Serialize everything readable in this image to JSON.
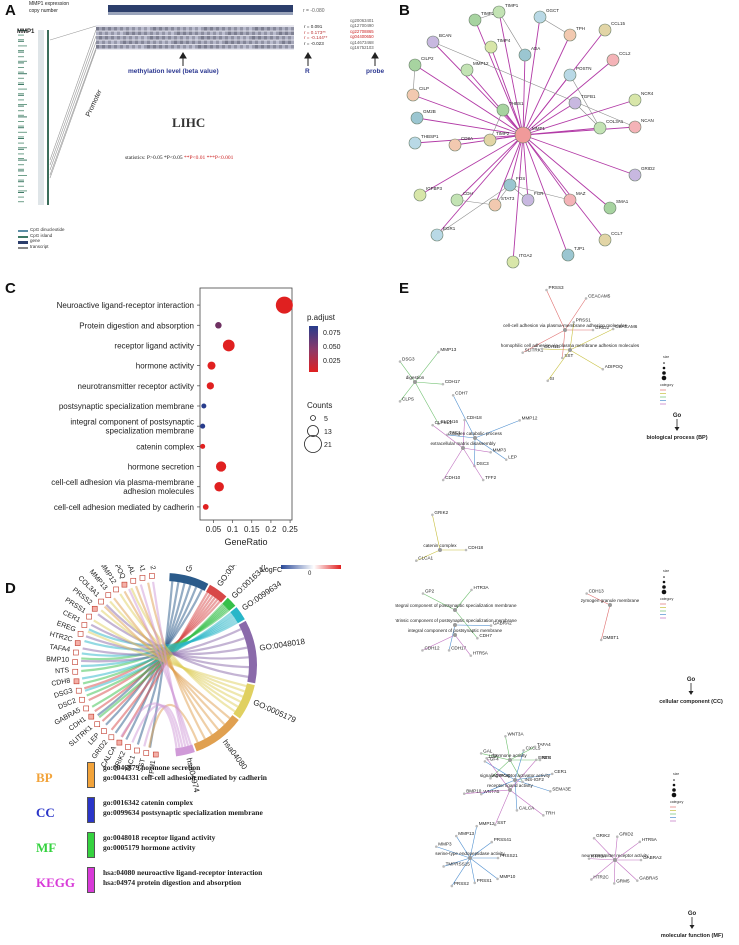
{
  "panels": {
    "a": "A",
    "b": "B",
    "c": "C",
    "d": "D",
    "e": "E"
  },
  "panel_a": {
    "gene": "MMP1",
    "expr_label": "MMP1 expression",
    "copy_label": "copy number",
    "r_top": "r = -0.080",
    "r_values": [
      "r = 0.091",
      "r = 0.173**",
      "r = -0.144**",
      "r = -0.023"
    ],
    "probes": [
      "cg20063401",
      "cg12700490",
      "cg22708865",
      "cg04400650",
      "cg14673468",
      "cg16752103"
    ],
    "promoter": "Promoter",
    "arrow_methylation": "methylation level (beta value)",
    "arrow_r": "R",
    "arrow_probe": "probe",
    "cancer": "LIHC",
    "statistics": "statistics:",
    "stat_items": [
      "P>0.05",
      "*P<0.05",
      "**P<0.01",
      "***P<0.001"
    ],
    "legend": [
      "CpG dinucleotide",
      "CpG island",
      "gene",
      "transcript"
    ]
  },
  "panel_b": {
    "nodes": [
      "TIMP3",
      "TIMP1",
      "GGCT",
      "TPH",
      "CCL15",
      "BCAN",
      "TIMP4",
      "ADA",
      "CCL2",
      "CILP2",
      "MMP12",
      "POSTN",
      "CILP",
      "MMP1",
      "TGFB1",
      "NCR4",
      "GM2B",
      "NCAN",
      "THBS1",
      "COL3A1",
      "THBSP1",
      "CD8A",
      "TIMP2",
      "GRID2",
      "IGFBP3",
      "FOS",
      "MAZ",
      "SMA1",
      "CDH",
      "EGR1",
      "STAT3",
      "CCL7",
      "FGR",
      "ITGA2",
      "TJP1"
    ],
    "hub": "MMP1"
  },
  "chart_data": {
    "type": "scatter",
    "categories": [
      "Neuroactive ligand-receptor interaction",
      "Protein digestion and absorption",
      "receptor ligand activity",
      "hormone activity",
      "neurotransmitter receptor activity",
      "postsynaptic specialization membrane",
      "integral component of postsynaptic specialization membrane",
      "catenin complex",
      "hormone secretion",
      "cell-cell adhesion via plasma-membrane adhesion molecules",
      "cell-cell adhesion mediated by cadherin"
    ],
    "category_lines": [
      [
        "Neuroactive ligand-receptor interaction"
      ],
      [
        "Protein digestion and absorption"
      ],
      [
        "receptor ligand activity"
      ],
      [
        "hormone activity"
      ],
      [
        "neurotransmitter receptor activity"
      ],
      [
        "postsynaptic specialization membrane"
      ],
      [
        "integral component of postsynaptic",
        "specialization membrane"
      ],
      [
        "catenin complex"
      ],
      [
        "hormone secretion"
      ],
      [
        "cell-cell adhesion via plasma-membrane",
        "adhesion molecules"
      ],
      [
        "cell-cell adhesion mediated by cadherin"
      ]
    ],
    "gene_ratio": [
      0.235,
      0.063,
      0.09,
      0.045,
      0.042,
      0.025,
      0.022,
      0.022,
      0.07,
      0.065,
      0.03
    ],
    "counts": [
      21,
      7,
      14,
      9,
      8,
      5,
      5,
      5,
      12,
      11,
      6
    ],
    "p_adjust": [
      0.02,
      0.06,
      0.02,
      0.02,
      0.02,
      0.085,
      0.085,
      0.02,
      0.02,
      0.02,
      0.02
    ],
    "xlabel": "GeneRatio",
    "xticks": [
      0.05,
      0.1,
      0.15,
      0.2,
      0.25
    ],
    "xlim": [
      0.015,
      0.255
    ],
    "legend_padjust_title": "p.adjust",
    "legend_padjust_ticks": [
      "0.075",
      "0.050",
      "0.025"
    ],
    "legend_counts_title": "Counts",
    "legend_counts_ticks": [
      5,
      13,
      21
    ],
    "colors": {
      "low": "#e02020",
      "high": "#283c8c"
    }
  },
  "panel_d": {
    "logfc_label": "LogFC",
    "logfc_zero": "0",
    "go_terms": [
      "GO:0046879",
      "GO:0044331",
      "GO:0016342",
      "GO:0099634",
      "GO:0048018",
      "GO:0005179",
      "hsa04080",
      "hsa04974"
    ],
    "genes": [
      "TPH1",
      "SST",
      "TAC1",
      "GRIK2",
      "CALCA",
      "GRID2",
      "LEP",
      "SLITRK1",
      "CDH1",
      "GABRA5",
      "DSC2",
      "DSG3",
      "CDH8",
      "NTS",
      "BMP10",
      "TAFA4",
      "HTR2C",
      "EREG",
      "CER1",
      "PRSS1",
      "PRSS2",
      "COL3A1",
      "MMP13",
      "MMP12",
      "ADIPOQ",
      "GAL",
      "CLCA1",
      "INS-IGF2"
    ],
    "legend": [
      {
        "code": "BP",
        "color": "#f2a33a",
        "lines": [
          "go:0046879 hormone secretion",
          "go:0044331 cell-cell adhesion mediated by cadherin"
        ]
      },
      {
        "code": "CC",
        "color": "#2a35c8",
        "lines": [
          "go:0016342 catenin complex",
          "go:0099634 postsynaptic specialization membrane"
        ]
      },
      {
        "code": "MF",
        "color": "#35d23f",
        "lines": [
          "go:0048018 receptor ligand activity",
          "go:0005179 hormone activity"
        ]
      },
      {
        "code": "KEGG",
        "color": "#d83ad8",
        "lines": [
          "hsa:04080 neuroactive ligand-receptor interaction",
          "hsa:04974 protein digestion and absorption"
        ]
      }
    ]
  },
  "panel_e": {
    "bp_terms": [
      "cell-cell adhesion via plasma-membrane adhesion molecules",
      "homophilic cell adhesion via plasma membrane adhesion molecules",
      "digestion",
      "collagen catabolic process",
      "extracellular matrix disassembly"
    ],
    "bp_genes": [
      "GRID2",
      "ADIPOQ",
      "CLDN16",
      "DSC3",
      "CDH10",
      "SLITRK1",
      "CDH12",
      "DSG3",
      "CDH7",
      "CDH18",
      "CEACAM5",
      "CEACAM6",
      "CDH17",
      "LEP",
      "TFF2",
      "SST",
      "SI",
      "CLPS",
      "TAC1",
      "CLPSL1",
      "PRSS3",
      "PRSS1",
      "MMP13",
      "MMP12",
      "MMP3"
    ],
    "cc_terms": [
      "catenin complex",
      "integral component of postsynaptic specialization membrane",
      "intrinsic component of postsynaptic specialization membrane",
      "integral component of postsynaptic membrane",
      "zymogen granule membrane"
    ],
    "cc_genes": [
      "CDH18",
      "CDH7",
      "CDH17",
      "CDH12",
      "CDH13",
      "GRIK2",
      "HTR3A",
      "GABRA2",
      "HTR5A",
      "DMBT1",
      "CLCA1",
      "GP2"
    ],
    "mf_terms": [
      "hormone activity",
      "signaling receptor activator activity",
      "receptor ligand activity",
      "serine-type endopeptidase activity",
      "neurotransmitter receptor activity"
    ],
    "mf_genes": [
      "NTS",
      "SEMA3E",
      "TRH",
      "INS-IGF2",
      "CALCA",
      "SST",
      "ADIPOQ",
      "WNT7B",
      "BMP10",
      "GAL",
      "FGF4",
      "LEP",
      "WNT3A",
      "CXCL5",
      "EREG",
      "TAFA4",
      "CER1",
      "PRSS21",
      "MMP10",
      "PRSS1",
      "PRSS2",
      "TMPRSS15",
      "MMP3",
      "MMP13",
      "MMP12",
      "PRSS41",
      "GABRA2",
      "GABRA5",
      "GRM5",
      "HTR2C",
      "HTR3A",
      "GRIK2",
      "GRID2",
      "HTR5A"
    ],
    "go_label": "Go",
    "bp_label": "biological process (BP)",
    "cc_label": "cellular component (CC)",
    "mf_label": "molecular function (MF)",
    "legend_size": "size",
    "legend_category": "category"
  }
}
